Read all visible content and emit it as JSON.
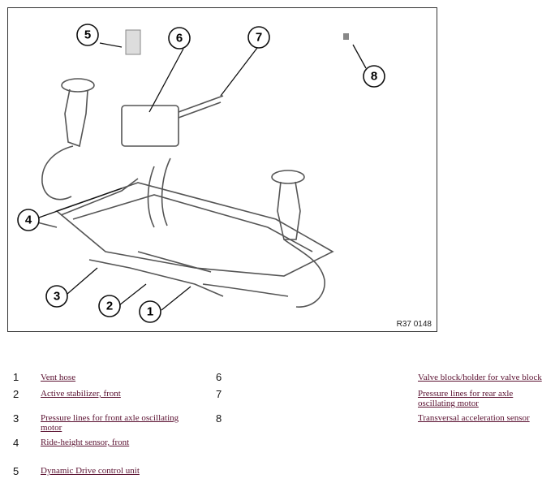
{
  "figure": {
    "reference_code": "R37 0148",
    "callouts": [
      "1",
      "2",
      "3",
      "4",
      "5",
      "6",
      "7",
      "8"
    ]
  },
  "legend": [
    {
      "number": "1",
      "label": "Vent hose"
    },
    {
      "number": "2",
      "label": "Active stabilizer, front"
    },
    {
      "number": "3",
      "label": "Pressure lines for front axle oscillating motor"
    },
    {
      "number": "4",
      "label": "Ride-height sensor, front"
    },
    {
      "number": "5",
      "label": "Dynamic Drive control unit"
    },
    {
      "number": "6",
      "label": "Valve block/holder for valve block"
    },
    {
      "number": "7",
      "label": "Pressure lines for rear axle oscillating motor"
    },
    {
      "number": "8",
      "label": "Transversal acceleration sensor"
    }
  ],
  "colors": {
    "link": "#5a1030",
    "drawing": "#555555"
  }
}
